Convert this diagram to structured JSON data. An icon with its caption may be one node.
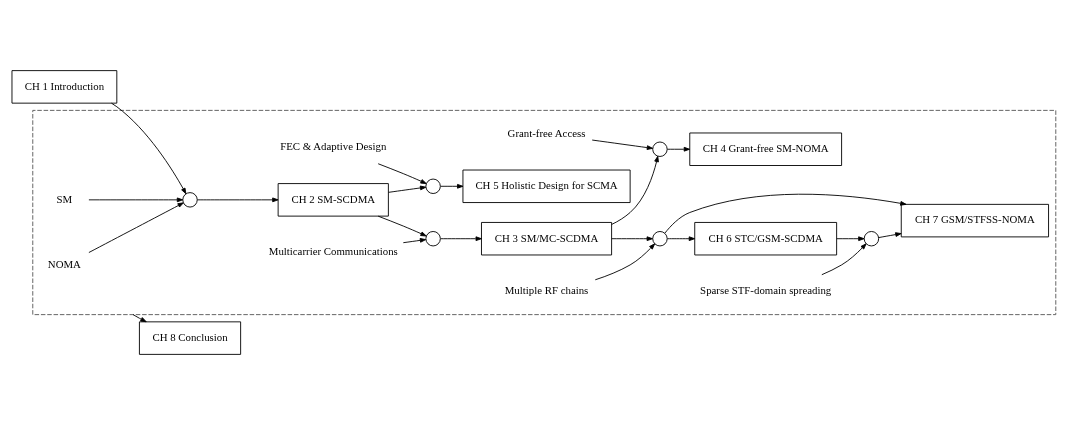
{
  "diagram": {
    "nodes": [
      {
        "text": [],
        "shape": "box"
      },
      {
        "text": [
          "CH 1 Introduction"
        ]
      },
      {
        "text": [
          "NOMA"
        ],
        "in": 0
      },
      {
        "text": [],
        "shape": "circle",
        "in": 0
      },
      {
        "text": [
          "SM"
        ],
        "in": 0
      },
      {
        "text": [
          "CH 2 SM-SCDMA"
        ],
        "in": 0
      },
      {
        "text": [
          "Multicarrier Communications"
        ],
        "in": 0
      },
      {
        "text": [],
        "shape": "circle",
        "in": 0
      },
      {
        "text": [
          "CH 3 SM/MC-SCDMA"
        ],
        "in": 0
      },
      {
        "text": [],
        "shape": "circle",
        "in": 0
      },
      {
        "text": [
          "FEC & Adaptive Design"
        ],
        "in": 0
      },
      {
        "text": [
          "CH 5 Holistic Design for SCMA"
        ],
        "in": 0
      },
      {
        "text": [
          "Grant-free Access"
        ],
        "in": 0
      },
      {
        "text": [],
        "shape": "circle",
        "in": 0
      },
      {
        "text": [
          "CH 4 Grant-free SM-NOMA"
        ],
        "in": 0
      },
      {
        "text": [
          "Multiple RF chains"
        ],
        "in": 0
      },
      {
        "text": [],
        "shape": "circle",
        "in": 0
      },
      {
        "text": [
          "CH 6 STC/GSM-SCDMA"
        ],
        "in": 0
      },
      {
        "text": [
          "Sparse STF-domain spreading"
        ],
        "in": 0
      },
      {
        "text": [],
        "shape": "circle",
        "in": 0
      },
      {
        "text": [
          "CH 7 GSM/STFSS-NOMA"
        ],
        "in": 0
      },
      {
        "text": [
          "CH 8 Conclusion"
        ]
      }
    ],
    "edges": [
      {
        "from": 1,
        "to": 3,
        "arrow": "to"
      },
      {
        "from": 2,
        "to": 3,
        "arrow": "to"
      },
      {
        "from": 4,
        "to": 3,
        "arrow": "to"
      },
      {
        "from": 3,
        "to": 5,
        "arrow": "to"
      },
      {
        "from": 5,
        "to": 7,
        "arrow": "to"
      },
      {
        "from": 6,
        "to": 7,
        "arrow": "to"
      },
      {
        "from": 7,
        "to": 8,
        "arrow": "to"
      },
      {
        "from": 5,
        "to": 9,
        "arrow": "to"
      },
      {
        "from": 10,
        "to": 9,
        "arrow": "to"
      },
      {
        "from": 9,
        "to": 11,
        "arrow": "to"
      },
      {
        "from": 8,
        "to": 13,
        "arrow": "to"
      },
      {
        "from": 12,
        "to": 13,
        "arrow": "to"
      },
      {
        "from": 13,
        "to": 14,
        "arrow": "to"
      },
      {
        "from": 8,
        "to": 16,
        "arrow": "to"
      },
      {
        "from": 15,
        "to": 16,
        "arrow": "to"
      },
      {
        "from": 16,
        "to": 17,
        "arrow": "to"
      },
      {
        "from": 16,
        "to": 20,
        "arrow": "to"
      },
      {
        "from": 17,
        "to": 19,
        "arrow": "to"
      },
      {
        "from": 18,
        "to": 19,
        "arrow": "to"
      },
      {
        "from": 19,
        "to": 20,
        "arrow": "to"
      },
      {
        "from": 0,
        "to": 21,
        "arrow": "to"
      }
    ]
  }
}
